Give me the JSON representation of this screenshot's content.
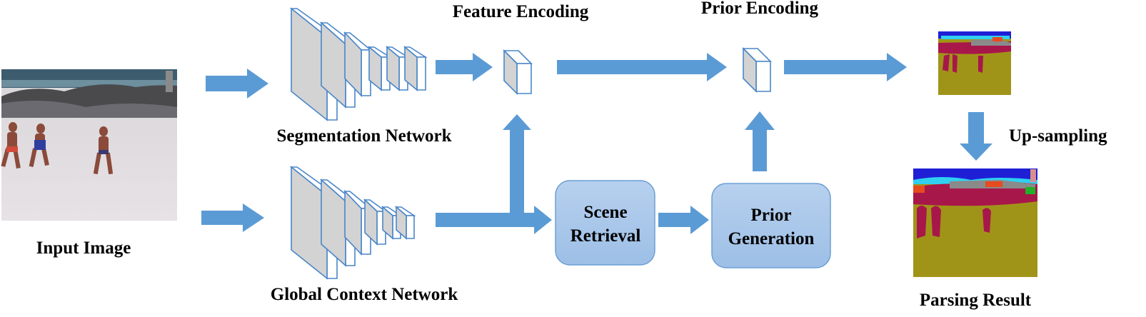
{
  "labels": {
    "input_image": "Input Image",
    "segmentation_network": "Segmentation Network",
    "global_context_network": "Global Context Network",
    "feature_encoding": "Feature Encoding",
    "prior_encoding": "Prior Encoding",
    "up_sampling": "Up-sampling",
    "parsing_result": "Parsing Result"
  },
  "boxes": {
    "scene_retrieval": [
      "Scene",
      "Retrieval"
    ],
    "prior_generation": [
      "Prior",
      "Generation"
    ]
  },
  "colors": {
    "arrow": "#5b9bd5",
    "box_fill": "#a7c5e6",
    "box_stroke": "#6b9fd4",
    "segmentation_ground": "#a09418",
    "segmentation_person": "#a8174a",
    "segmentation_sky": "#1f1fd6",
    "segmentation_sea": "#2fd0f0"
  }
}
